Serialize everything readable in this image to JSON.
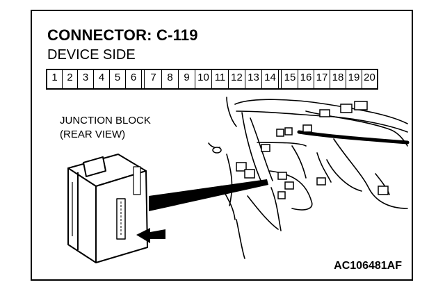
{
  "title": "CONNECTOR: C-119",
  "subtitle": "DEVICE SIDE",
  "pins": [
    "1",
    "2",
    "3",
    "4",
    "5",
    "6",
    "7",
    "8",
    "9",
    "10",
    "11",
    "12",
    "13",
    "14",
    "15",
    "16",
    "17",
    "18",
    "19",
    "20"
  ],
  "junction_label_line1": "JUNCTION BLOCK",
  "junction_label_line2": "(REAR VIEW)",
  "reference_code": "AC106481AF"
}
